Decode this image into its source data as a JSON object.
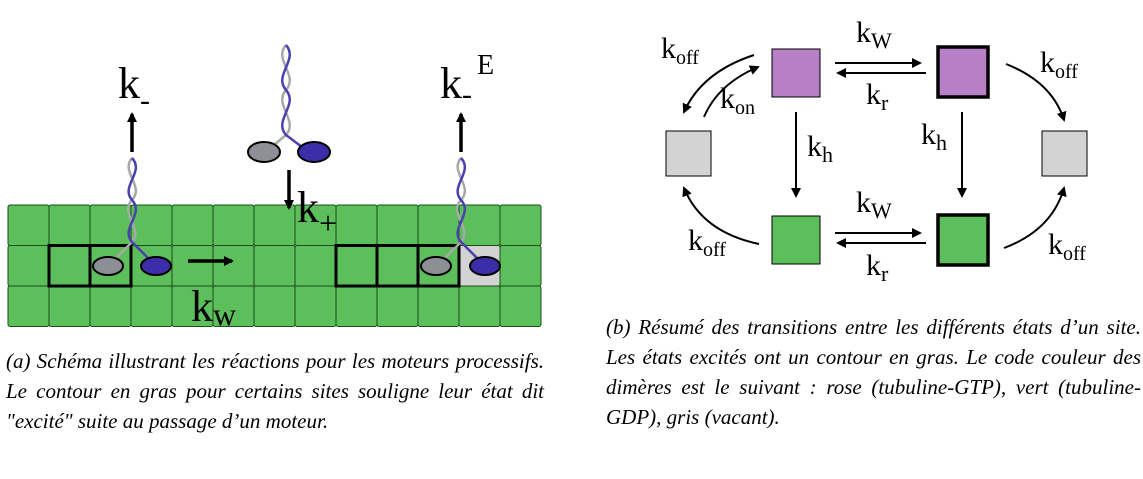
{
  "panel_a": {
    "labels": {
      "k_minus": {
        "base": "k",
        "sub": "-"
      },
      "k_minus_E": {
        "base": "k",
        "sub": "-",
        "sup": "E"
      },
      "k_plus": {
        "base": "k",
        "sub": "+"
      },
      "k_w": {
        "base": "k",
        "sub": "w"
      }
    },
    "colors": {
      "green": "#5cbf5c",
      "gray_site": "#d3d3d3",
      "motor_blue": "#3a2fa8",
      "motor_gray": "#8e8e96",
      "strand_blue": "#4a40b0",
      "strand_gray": "#a8a8a8"
    }
  },
  "panel_b": {
    "rates": {
      "kw_top": {
        "base": "k",
        "sub": "W"
      },
      "kr_top": {
        "base": "k",
        "sub": "r"
      },
      "kw_bottom": {
        "base": "k",
        "sub": "W"
      },
      "kr_bottom": {
        "base": "k",
        "sub": "r"
      },
      "koff_top_left": {
        "base": "k",
        "sub": "off"
      },
      "kon": {
        "base": "k",
        "sub": "on"
      },
      "koff_top_right": {
        "base": "k",
        "sub": "off"
      },
      "kh_left": {
        "base": "k",
        "sub": "h"
      },
      "kh_right": {
        "base": "k",
        "sub": "h"
      },
      "koff_bottom_left": {
        "base": "k",
        "sub": "off"
      },
      "koff_bottom_right": {
        "base": "k",
        "sub": "off"
      }
    },
    "colors": {
      "pink": "#b77fc6",
      "green": "#5cbf5c",
      "gray": "#d3d3d3"
    }
  },
  "captions": {
    "a": "(a) Schéma illustrant les réactions pour les moteurs processifs. Le contour en gras pour certains sites souligne leur état dit \"excité\" suite au passage d’un moteur.",
    "b": "(b) Résumé des transitions entre les différents états d’un site. Les états excités ont un contour en gras. Le code couleur des dimères est le suivant : rose (tubuline-GTP), vert (tubuline-GDP), gris (vacant)."
  }
}
